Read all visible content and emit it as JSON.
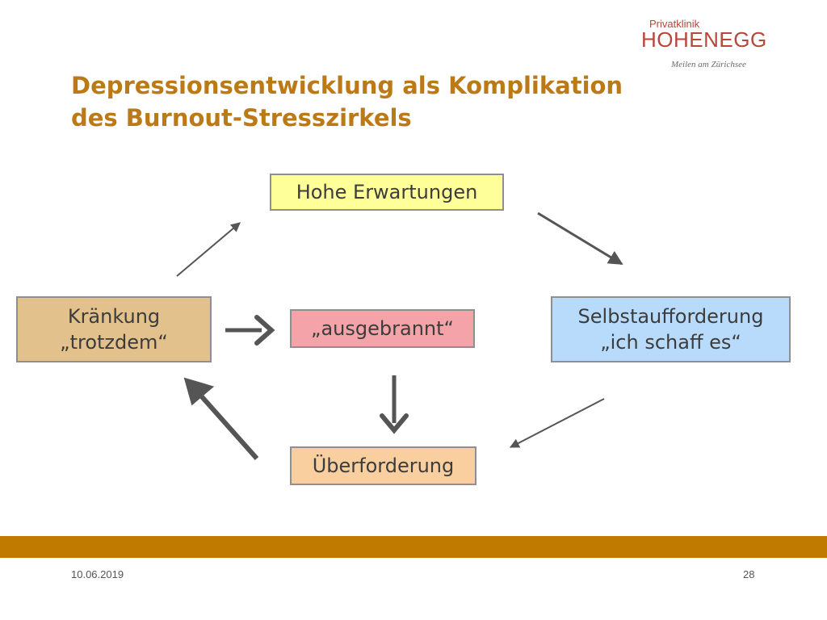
{
  "logo": {
    "small": "Privatklinik",
    "name": "HOHENEGG",
    "tagline": "Meilen am Zürichsee",
    "color": "#b5473b"
  },
  "title": {
    "line1": "Depressionsentwicklung als Komplikation",
    "line2": "des Burnout-Stresszirkels",
    "color": "#bb7a16"
  },
  "diagram": {
    "nodes": {
      "top": {
        "lines": [
          "Hohe Erwartungen"
        ],
        "color": "#ffff9a"
      },
      "left": {
        "lines": [
          "Kränkung",
          "„trotzdem“"
        ],
        "color": "#e2c18d"
      },
      "center": {
        "lines": [
          "„ausgebrannt“"
        ],
        "color": "#f4a3a8"
      },
      "right": {
        "lines": [
          "Selbstaufforderung",
          "„ich schaff es“"
        ],
        "color": "#b8dbfb"
      },
      "bottom": {
        "lines": [
          "Überforderung"
        ],
        "color": "#f9cfa0"
      }
    },
    "edges": [
      {
        "from": "top",
        "to": "right"
      },
      {
        "from": "right",
        "to": "bottom"
      },
      {
        "from": "bottom",
        "to": "left"
      },
      {
        "from": "left",
        "to": "top"
      },
      {
        "from": "left",
        "to": "center"
      },
      {
        "from": "center",
        "to": "bottom"
      }
    ],
    "arrow_color": "#555555"
  },
  "footer": {
    "date": "10.06.2019",
    "page": "28",
    "bar_color": "#c07a00"
  }
}
